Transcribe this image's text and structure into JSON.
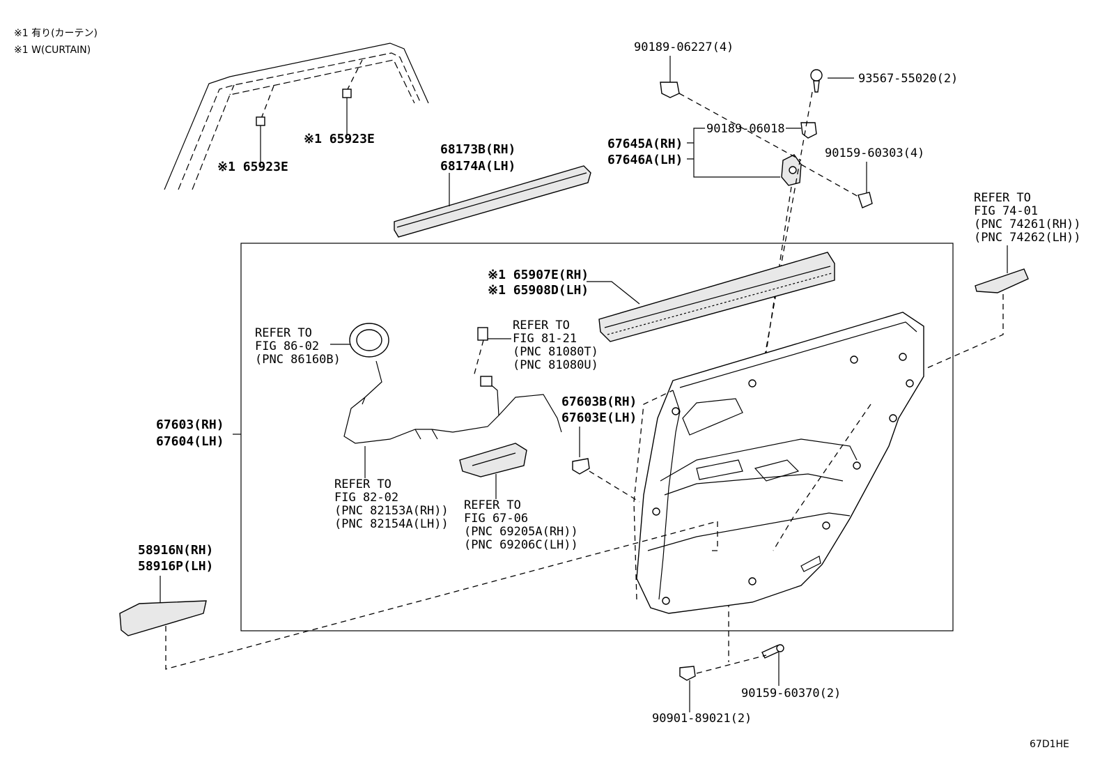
{
  "notes": {
    "line1": "※1 有り(カーテン)",
    "line2": "※1 W(CURTAIN)"
  },
  "figure_id": "67D1HE",
  "labels": {
    "p90189_06227": "90189-06227(4)",
    "p93567_55020": "93567-55020(2)",
    "p90189_06018": "90189-06018",
    "p67645A": "67645A(RH)",
    "p67646A": "67646A(LH)",
    "p90159_60303": "90159-60303(4)",
    "p65923E_a": "※1 65923E",
    "p65923E_b": "※1 65923E",
    "p68173B": "68173B(RH)",
    "p68174A": "68174A(LH)",
    "refer74_1": "REFER TO",
    "refer74_2": "FIG 74-01",
    "refer74_3": "(PNC 74261(RH))",
    "refer74_4": "(PNC 74262(LH))",
    "p65907E": "※1 65907E(RH)",
    "p65908D": "※1 65908D(LH)",
    "refer86_1": "REFER TO",
    "refer86_2": "FIG 86-02",
    "refer86_3": "(PNC 86160B)",
    "refer81_1": "REFER TO",
    "refer81_2": "FIG 81-21",
    "refer81_3": "(PNC 81080T)",
    "refer81_4": "(PNC 81080U)",
    "p67603B": "67603B(RH)",
    "p67603E": "67603E(LH)",
    "p67603": "67603(RH)",
    "p67604": "67604(LH)",
    "refer82_1": "REFER TO",
    "refer82_2": "FIG 82-02",
    "refer82_3": "(PNC 82153A(RH))",
    "refer82_4": "(PNC 82154A(LH))",
    "refer67_1": "REFER TO",
    "refer67_2": "FIG 67-06",
    "refer67_3": "(PNC 69205A(RH))",
    "refer67_4": "(PNC 69206C(LH))",
    "p58916N": "58916N(RH)",
    "p58916P": "58916P(LH)",
    "p90159_60370": "90159-60370(2)",
    "p90901_89021": "90901-89021(2)"
  }
}
